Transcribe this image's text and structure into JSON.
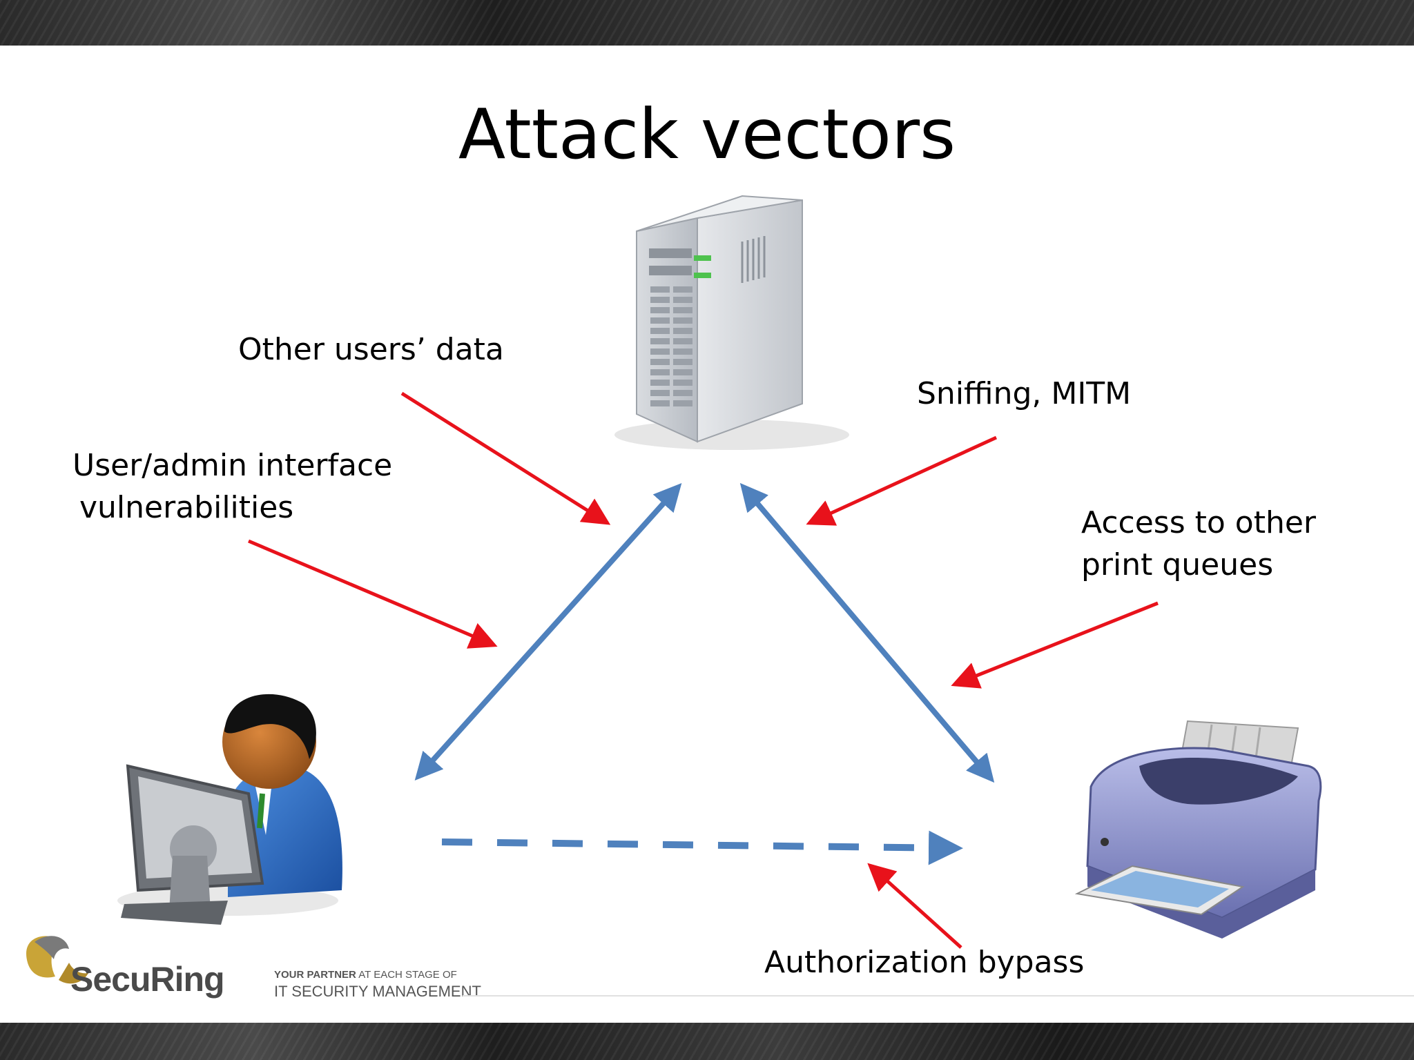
{
  "slide": {
    "title": "Attack vectors"
  },
  "labels": {
    "other_users_data": "Other users’ data",
    "user_admin_line1": "User/admin interface",
    "user_admin_line2": "vulnerabilities",
    "sniffing": "Sniffing, MITM",
    "access_line1": "Access to other",
    "access_line2": "print queues",
    "authorization": "Authorization bypass"
  },
  "logo": {
    "brand": "SecuRing",
    "tagline_bold": "YOUR PARTNER",
    "tagline_rest": "AT EACH STAGE OF",
    "tagline_line2": "IT SECURITY MANAGEMENT"
  },
  "colors": {
    "attack_arrow": "#e8121b",
    "flow_arrow": "#4f81bd",
    "band": "#2a2a2a"
  },
  "icons": {
    "server": "server-icon",
    "user": "user-at-computer-icon",
    "printer": "printer-icon",
    "logo": "securing-logo-icon"
  }
}
